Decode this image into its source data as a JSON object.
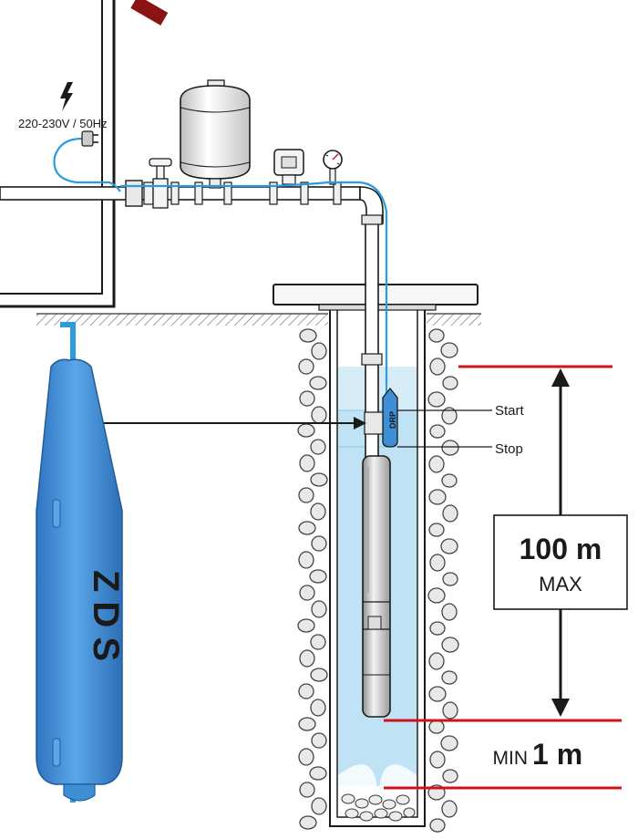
{
  "power": {
    "voltage_label": "220-230V / 50Hz"
  },
  "sensor": {
    "brand_text": "ZDS",
    "badge_text": "DRP"
  },
  "levels": {
    "start_label": "Start",
    "stop_label": "Stop"
  },
  "depth": {
    "max_value": "100 m",
    "max_word": "MAX",
    "min_word": "MIN",
    "min_value": "1 m"
  },
  "colors": {
    "water": "#bfe3f5",
    "sensor_blue": "#3f8fd6",
    "cable_blue": "#2b9be0",
    "marker_red": "#d0121b",
    "ground": "#d9d9d9"
  },
  "icons": [
    "lightning-icon",
    "plug-icon",
    "pressure-gauge-icon",
    "valve-icon"
  ]
}
